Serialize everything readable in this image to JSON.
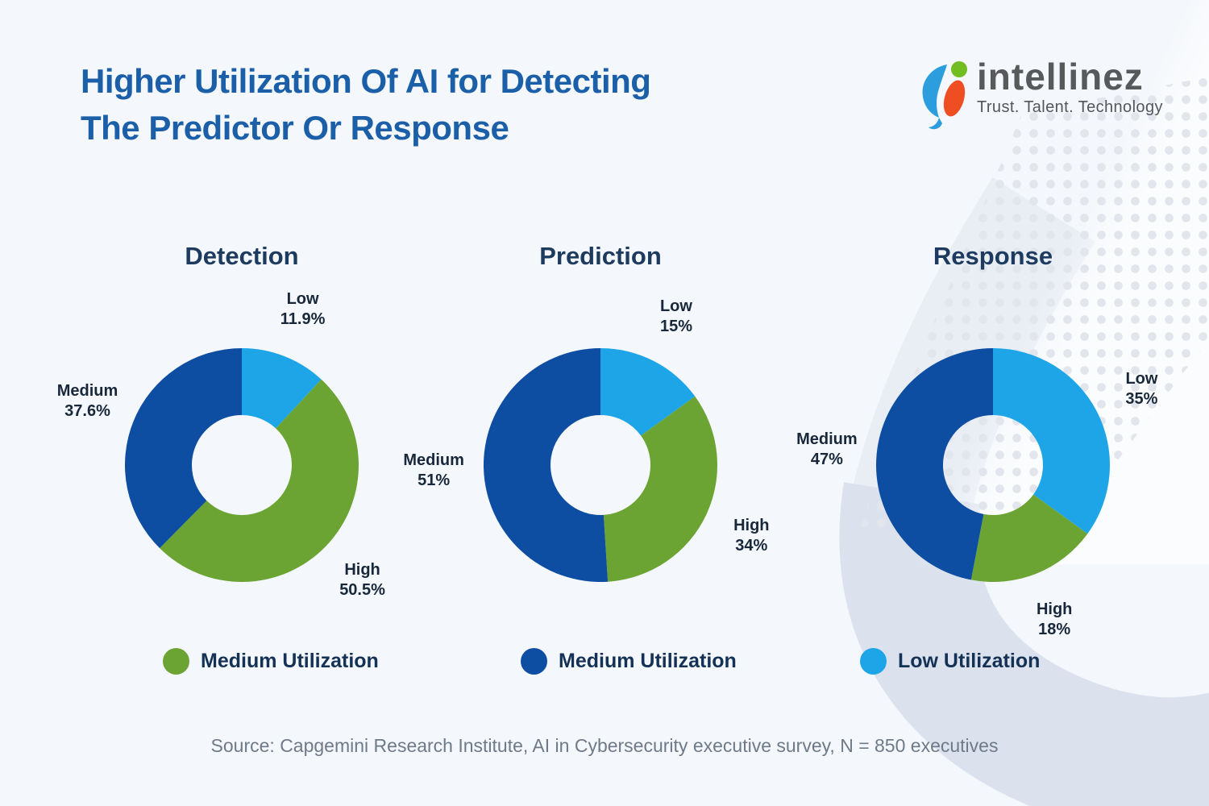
{
  "header": {
    "title_line1": "Higher Utilization Of AI for Detecting",
    "title_line2": "The Predictor Or Response"
  },
  "logo": {
    "name": "intellinez",
    "tagline": "Trust. Talent. Technology"
  },
  "colors": {
    "low": "#1da5e8",
    "high": "#6ca434",
    "medium": "#0d4da2",
    "title_blue": "#1a5fa8",
    "chart_title_navy": "#1d3a5f",
    "background": "#f4f7fb",
    "swoosh": "#dbe2ee"
  },
  "chart_data": [
    {
      "type": "pie",
      "donut": true,
      "title": "Detection",
      "start_angle_deg": 0,
      "direction": "clockwise",
      "series": [
        {
          "label": "Low",
          "value": 11.9,
          "pct_label": "11.9%",
          "color": "#1da5e8"
        },
        {
          "label": "High",
          "value": 50.5,
          "pct_label": "50.5%",
          "color": "#6ca434"
        },
        {
          "label": "Medium",
          "value": 37.6,
          "pct_label": "37.6%",
          "color": "#0d4da2"
        }
      ]
    },
    {
      "type": "pie",
      "donut": true,
      "title": "Prediction",
      "start_angle_deg": 0,
      "direction": "clockwise",
      "series": [
        {
          "label": "Low",
          "value": 15,
          "pct_label": "15%",
          "color": "#1da5e8"
        },
        {
          "label": "High",
          "value": 34,
          "pct_label": "34%",
          "color": "#6ca434"
        },
        {
          "label": "Medium",
          "value": 51,
          "pct_label": "51%",
          "color": "#0d4da2"
        }
      ]
    },
    {
      "type": "pie",
      "donut": true,
      "title": "Response",
      "start_angle_deg": 0,
      "direction": "clockwise",
      "series": [
        {
          "label": "Low",
          "value": 35,
          "pct_label": "35%",
          "color": "#1da5e8"
        },
        {
          "label": "High",
          "value": 18,
          "pct_label": "18%",
          "color": "#6ca434"
        },
        {
          "label": "Medium",
          "value": 47,
          "pct_label": "47%",
          "color": "#0d4da2"
        }
      ]
    }
  ],
  "legend": [
    {
      "label": "Medium Utilization",
      "color": "#6ca434"
    },
    {
      "label": "Medium Utilization",
      "color": "#0d4da2"
    },
    {
      "label": "Low Utilization",
      "color": "#1da5e8"
    }
  ],
  "source": "Source: Capgemini Research Institute, AI in Cybersecurity executive survey, N = 850 executives"
}
